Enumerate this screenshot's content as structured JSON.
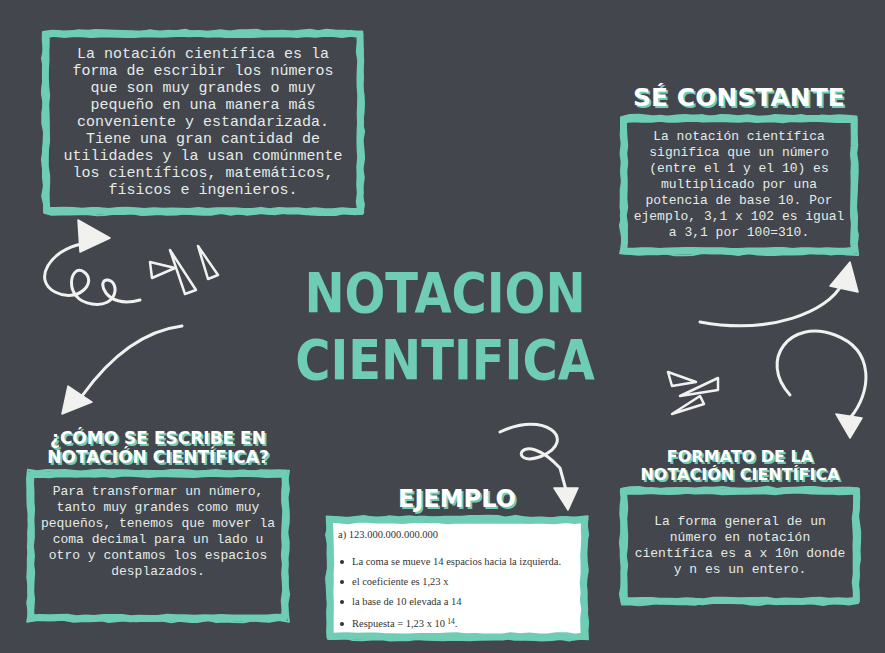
{
  "diagram": {
    "title": "NOTACION CIENTIFICA",
    "nodes": [
      {
        "text": [
          "La notación científica es la forma de escribir los números que son muy grandes o muy pequeño en una manera más conveniente y estandarizada. Tiene una gran cantidad de utilidades y la usan comúnmente los científicos, matemáticos, físicos e ingenieros."
        ]
      },
      {
        "text": [
          "SÉ CONSTANTE",
          "La notación científica significa que un número (entre el 1 y el 10) es multiplicado por una potencia de base 10. Por ejemplo, 3,1 x 102 es igual a 3,1 por 100=310."
        ]
      },
      {
        "text": [
          "¿CÓMO SE ESCRIBE EN NOTACIÓN CIENTÍFICA?",
          "Para transformar un número, tanto muy grandes como muy pequeños, tenemos que mover la coma decimal para un lado u otro y contamos los espacios desplazados."
        ]
      },
      {
        "text": [
          "EJEMPLO",
          "a) 123.000.000.000.000",
          "La coma se mueve 14 espacios hacia la izquierda.",
          "el coeficiente es 1,23 x",
          "la base de 10 elevada a 14",
          "Respuesta = 1,23 x 10",
          "14",
          "."
        ]
      },
      {
        "text": [
          "FORMATO DE LA NOTACIÓN CIENTÍFICA",
          "La forma general de un número en notación científica es a x 10n donde y n es un entero."
        ]
      }
    ]
  }
}
